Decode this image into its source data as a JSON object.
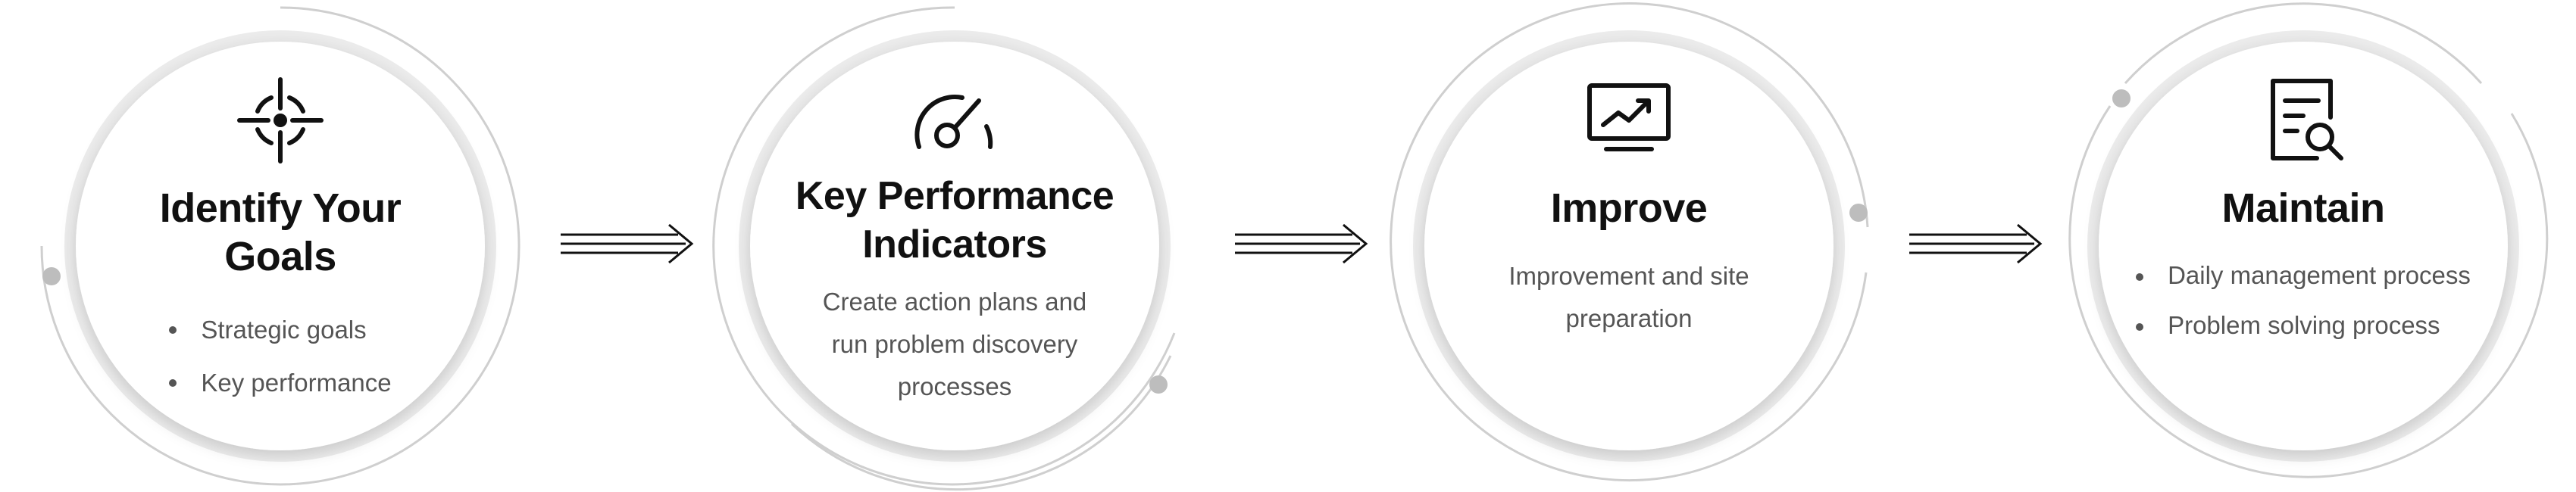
{
  "steps": [
    {
      "title": "Identify Your Goals",
      "icon": "target-icon",
      "bullets": [
        "Strategic goals",
        "Key performance"
      ]
    },
    {
      "title_line1": "Key Performance",
      "title_line2": "Indicators",
      "icon": "gauge-icon",
      "description": "Create action plans and run problem discovery processes"
    },
    {
      "title": "Improve",
      "icon": "monitor-chart-icon",
      "description": "Improvement and site preparation"
    },
    {
      "title": "Maintain",
      "icon": "document-search-icon",
      "bullets": [
        "Daily management process",
        "Problem solving process"
      ]
    }
  ],
  "colors": {
    "ring": "#cfcfcf",
    "dot": "#bdbdbd",
    "text": "#111111",
    "muted": "#555555"
  }
}
